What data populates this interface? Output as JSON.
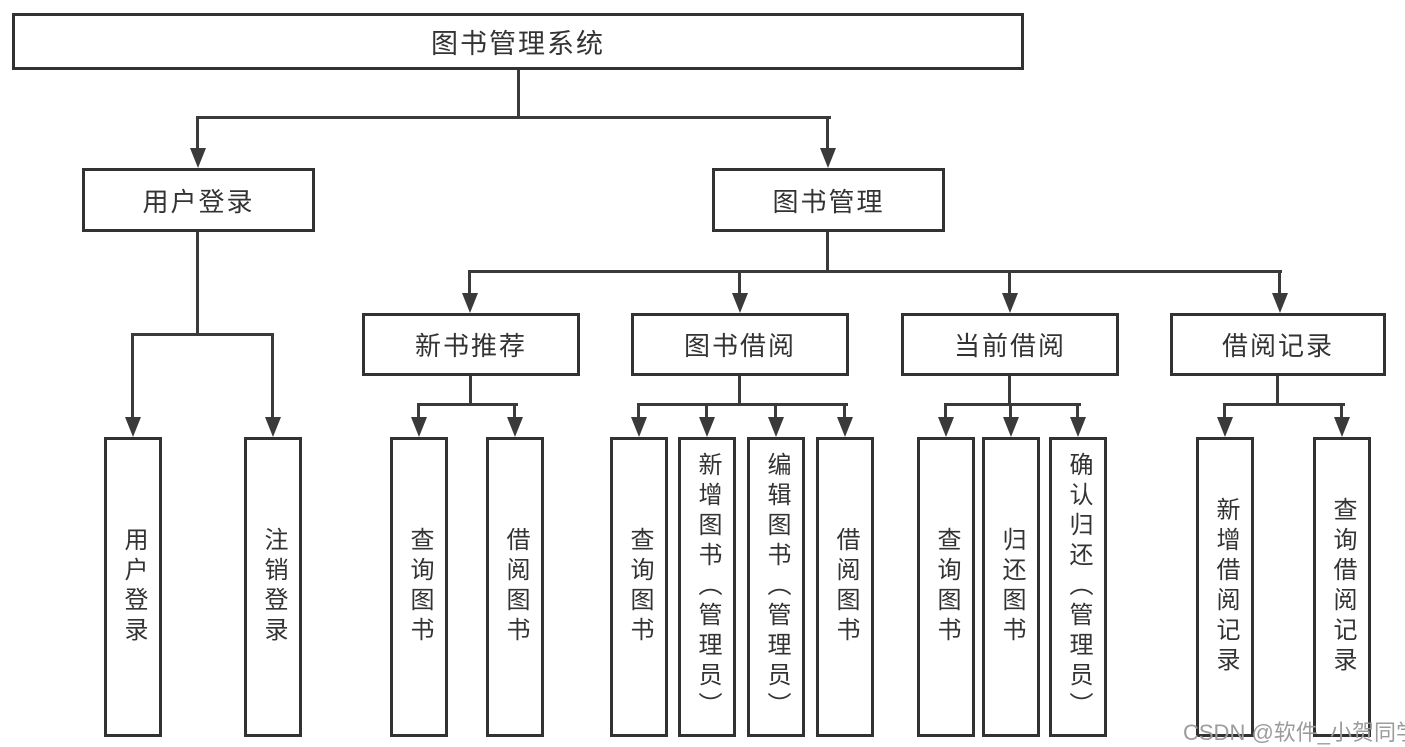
{
  "diagram_title": "图书管理系统",
  "watermark": "CSDN @软件_小贺同学",
  "colors": {
    "background": "#ffffff",
    "line": "#3a3a3a",
    "box_border": "#323232",
    "box_fill": "#ffffff",
    "text": "#333333",
    "watermark": "#9c9c9c"
  },
  "tree": {
    "root": "图书管理系统",
    "level2": [
      "用户登录",
      "图书管理"
    ],
    "level3": [
      "新书推荐",
      "图书借阅",
      "当前借阅",
      "借阅记录"
    ],
    "leaves": {
      "user_login": [
        "用户登录",
        "注销登录"
      ],
      "new_book_recommend": [
        "查询图书",
        "借阅图书"
      ],
      "book_borrow": [
        "查询图书",
        "新增图书（管理员）",
        "编辑图书（管理员）",
        "借阅图书"
      ],
      "current_borrow": [
        "查询图书",
        "归还图书",
        "确认归还（管理员）"
      ],
      "borrow_records": [
        "新增借阅记录",
        "查询借阅记录"
      ]
    }
  }
}
